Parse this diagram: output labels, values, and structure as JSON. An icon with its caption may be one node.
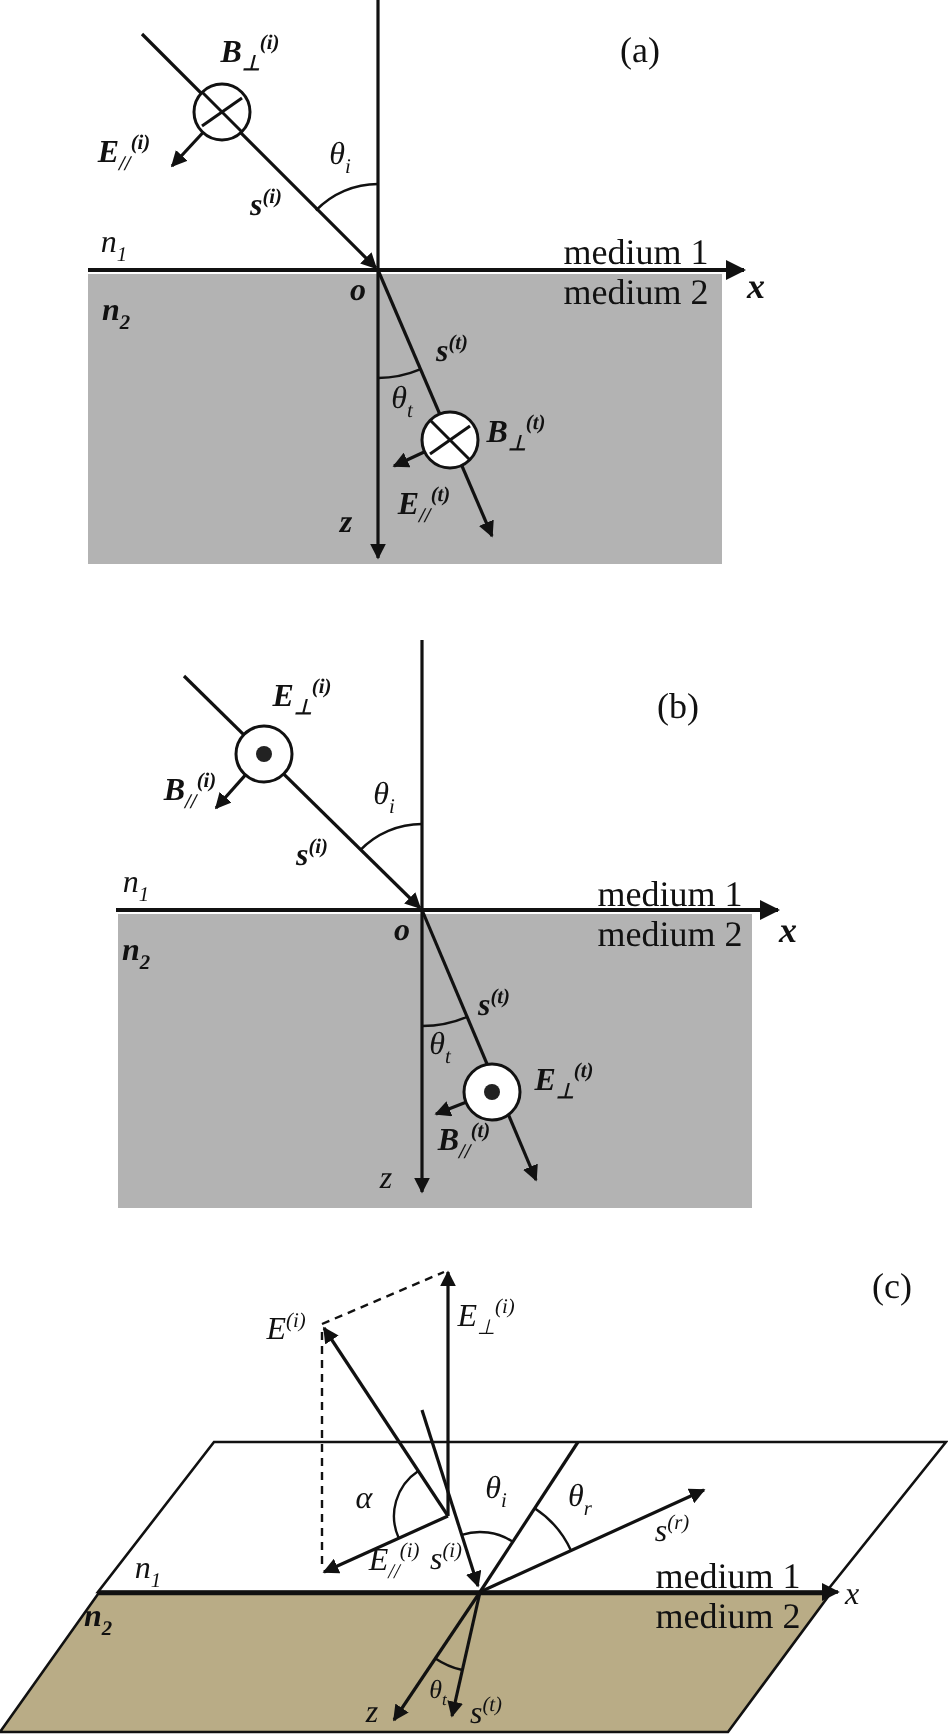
{
  "diagram": {
    "labels": [
      "(a)",
      "B$_{⊥}$$^{(i)}$",
      "E$_{//}$$^{(i)}$",
      "θ$_{i}$",
      "s$^{(i)}$",
      "n$_{1}$",
      "medium 1",
      "medium 2",
      "x",
      "o",
      "n$_{2}$",
      "s$^{(t)}$",
      "θ$_{t}$",
      "B$_{⊥}$$^{(t)}$",
      "E$_{//}$$^{(t)}$",
      "z",
      "(b)",
      "E$_{⊥}$$^{(i)}$",
      "B$_{//}$$^{(i)}$",
      "θ$_{i}$",
      "s$^{(i)}$",
      "n$_{1}$",
      "medium 1",
      "medium 2",
      "x",
      "o",
      "n$_{2}$",
      "s$^{(t)}$",
      "θ$_{t}$",
      "E$_{⊥}$$^{(t)}$",
      "B$_{//}$$^{(t)}$",
      "z",
      "E$^{(i)}$",
      "E$_{⊥}$$^{(i)}$",
      "(c)",
      "α",
      "θ$_{i}$",
      "θ$_{r}$",
      "s$^{(r)}$",
      "E$_{//}$$^{(i)}$",
      "s$^{(i)}$",
      "n$_{1}$",
      "medium 1",
      "medium 2",
      "x",
      "n$_{2}$",
      "θ$_{t}$",
      "z",
      "s$^{(t)}$"
    ]
  }
}
